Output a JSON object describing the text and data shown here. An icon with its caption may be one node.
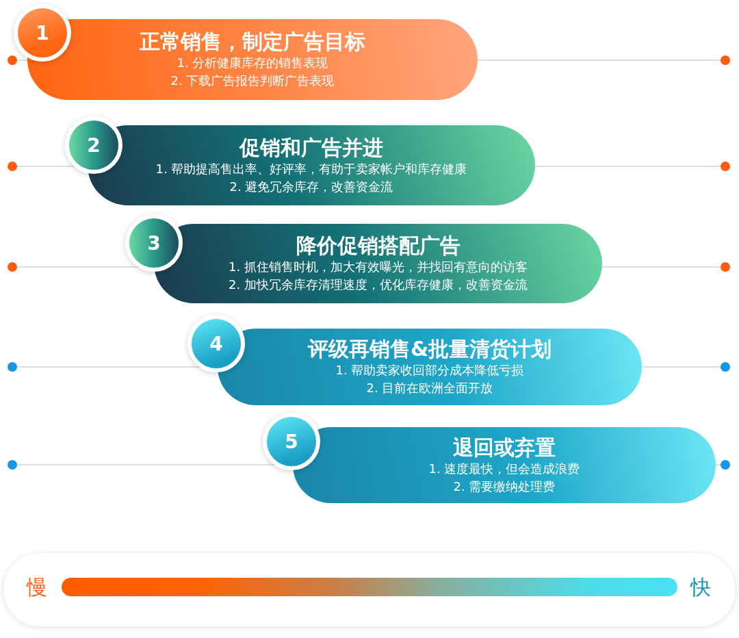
{
  "diagram": {
    "nodes": [
      {
        "text": [
          "1"
        ]
      },
      {
        "text": [
          "正常销售，制定广告目标",
          "1. 分析健康库存的销售表现",
          "2. 下载广告报告判断广告表现"
        ]
      },
      {
        "text": [
          "2"
        ]
      },
      {
        "text": [
          "促销和广告并进",
          "1. 帮助提高售出率、好评率，有助于卖家帐户和库存健康",
          "2. 避免冗余库存，改善资金流"
        ]
      },
      {
        "text": [
          "3"
        ]
      },
      {
        "text": [
          "降价促销搭配广告",
          "1. 抓住销售时机，加大有效曝光，并找回有意向的访客",
          "2. 加快冗余库存清理速度，优化库存健康，改善资金流"
        ]
      },
      {
        "text": [
          "4"
        ]
      },
      {
        "text": [
          "评级再销售&批量清货计划",
          "1. 帮助卖家收回部分成本降低亏损",
          "2. 目前在欧洲全面开放"
        ]
      },
      {
        "text": [
          "5"
        ]
      },
      {
        "text": [
          "退回或弃置",
          "1. 速度最快，但会造成浪费",
          "2. 需要缴纳处理费"
        ]
      },
      {
        "text": [
          "慢",
          "快"
        ]
      },
      {
        "text": [],
        "shape": "bar",
        "in": 10
      }
    ]
  }
}
